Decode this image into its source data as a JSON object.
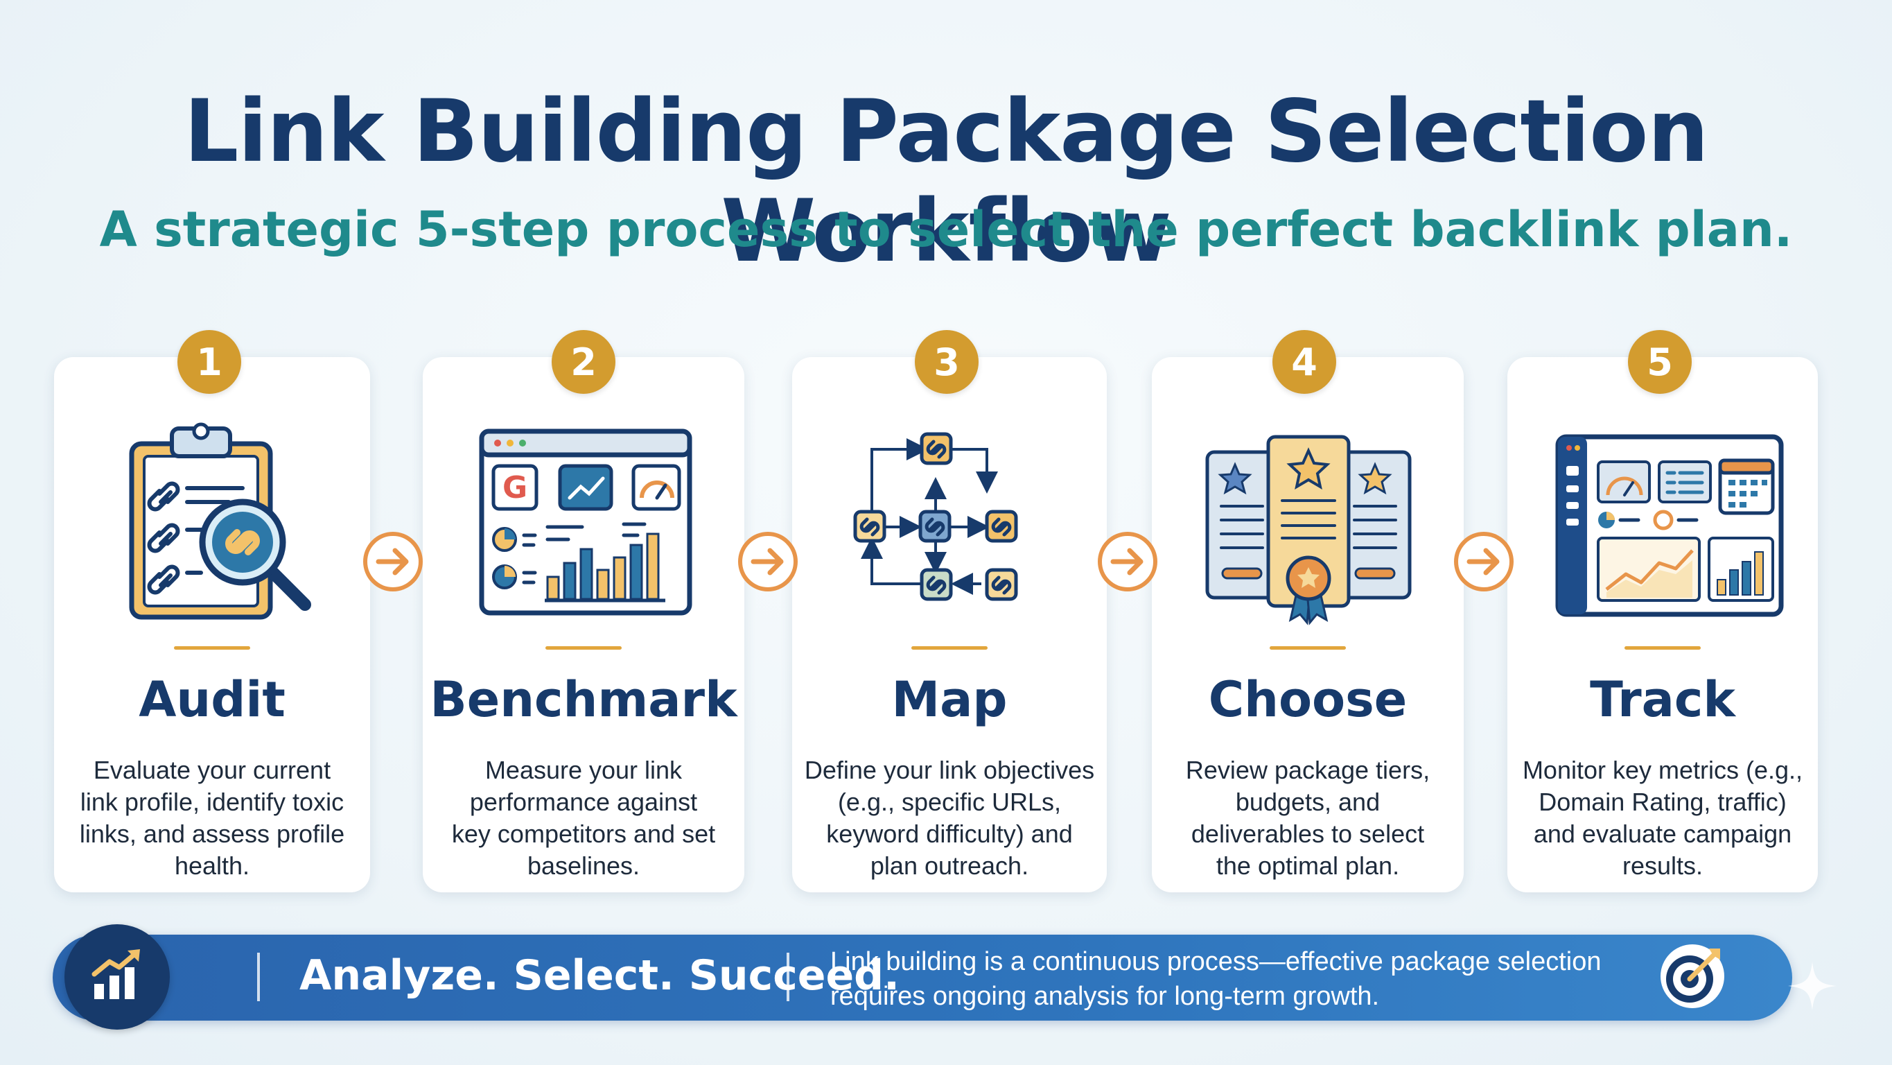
{
  "header": {
    "title": "Link Building Package Selection Workflow",
    "subtitle": "A strategic 5-step process to select the perfect backlink plan."
  },
  "steps": [
    {
      "number": "1",
      "title": "Audit",
      "description": "Evaluate your current link profile, identify toxic links, and assess profile health.",
      "icon": "clipboard-magnifier-icon"
    },
    {
      "number": "2",
      "title": "Benchmark",
      "description": "Measure your link performance against key competitors and set baselines.",
      "icon": "analytics-dashboard-icon"
    },
    {
      "number": "3",
      "title": "Map",
      "description": "Define your link objectives (e.g., specific URLs, keyword difficulty) and plan outreach.",
      "icon": "link-network-map-icon"
    },
    {
      "number": "4",
      "title": "Choose",
      "description": "Review package tiers, budgets, and deliverables to select the optimal plan.",
      "icon": "package-tiers-icon"
    },
    {
      "number": "5",
      "title": "Track",
      "description": "Monitor key metrics (e.g., Domain Rating, traffic) and evaluate campaign results.",
      "icon": "tracking-dashboard-icon"
    }
  ],
  "footer": {
    "tagline": "Analyze. Select. Succeed.",
    "text": "Link building is a continuous process—effective package selection requires ongoing analysis for long-term growth.",
    "left_icon": "growth-chart-icon",
    "right_icon": "target-icon"
  },
  "colors": {
    "navy": "#173a6b",
    "teal": "#1f8a8c",
    "gold": "#d39c2f",
    "orange": "#e8954a",
    "footer_blue": "#2f75bd"
  }
}
